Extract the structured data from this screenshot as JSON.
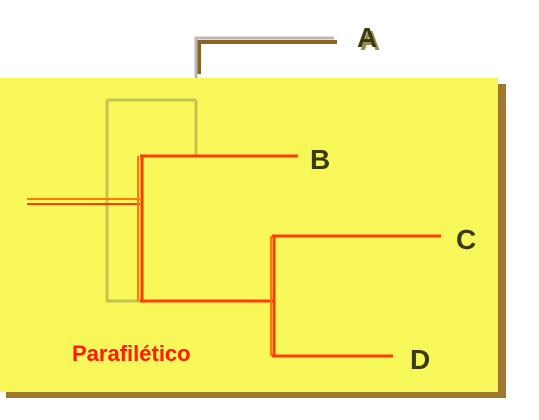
{
  "diagram": {
    "group_label": "Parafilético",
    "taxa": {
      "a": "A",
      "b": "B",
      "c": "C",
      "d": "D"
    },
    "colors": {
      "panel": "#f7f75a",
      "panel_shadow": "#a07a2a",
      "red_branch": "#ff3c00",
      "orange_branch": "#ff7a00",
      "olive_branch": "#c4c44a",
      "grey_branch": "#b8b8b8",
      "label_text": "#3a3a10",
      "group_text": "#ff1a00"
    }
  }
}
